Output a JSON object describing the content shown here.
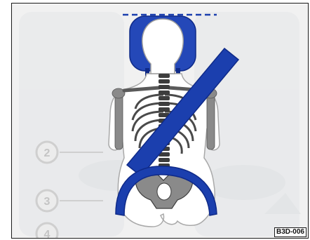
{
  "figure": {
    "code": "B3D-006",
    "callouts": [
      "2",
      "3",
      "4"
    ]
  },
  "colors": {
    "belt": "#1b3fae",
    "belt_dark": "#0f2a88",
    "head_restraint": "#2448b8",
    "bone": "#7c7c7c",
    "bone_dark": "#3d3d3d",
    "body_outline": "#a9a9a9",
    "background": "#f1f1f1"
  }
}
